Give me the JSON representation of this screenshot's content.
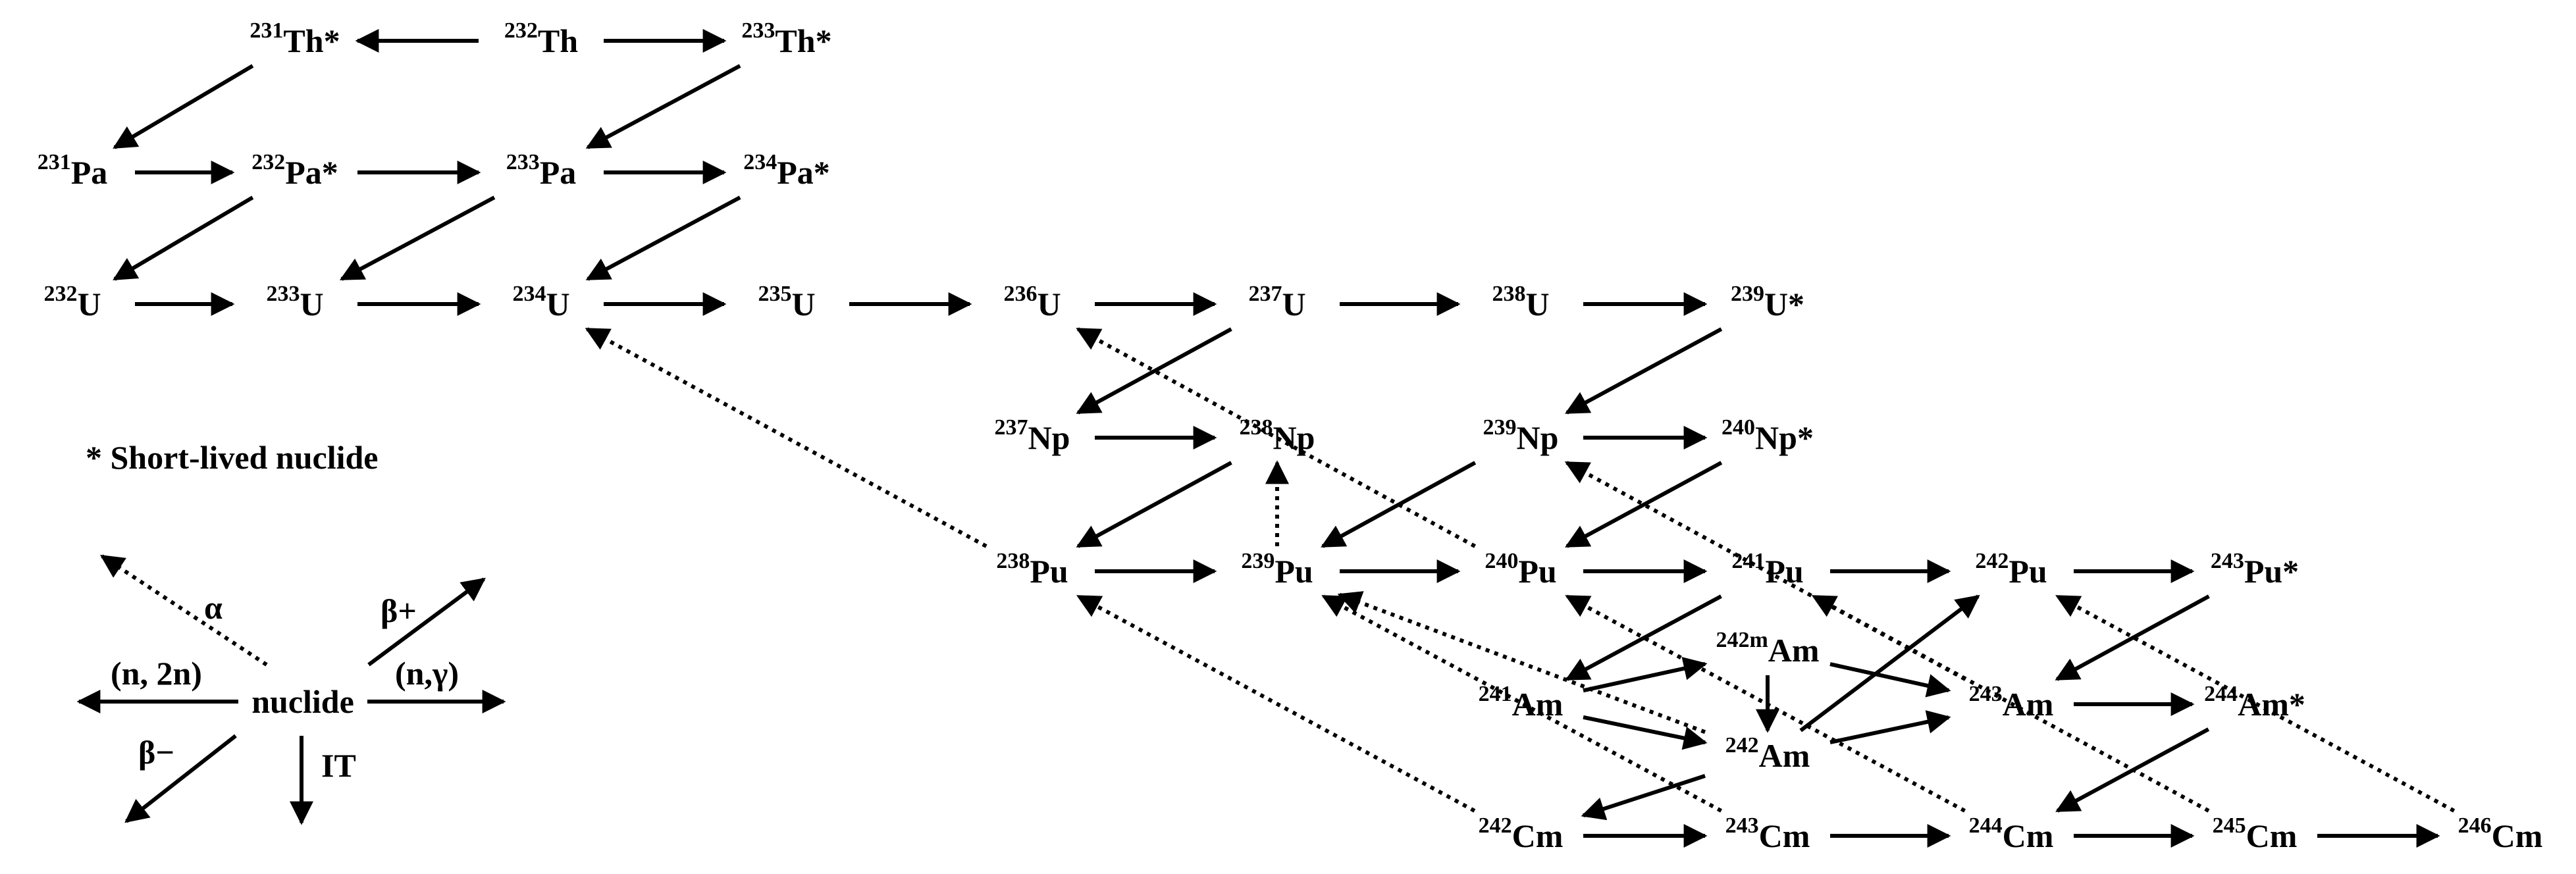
{
  "colors": {
    "ink": "#000000",
    "background": "#ffffff"
  },
  "note": "* Short-lived nuclide",
  "nuclides": [
    {
      "id": "th231",
      "mass": "231",
      "symbol": "Th*"
    },
    {
      "id": "th232",
      "mass": "232",
      "symbol": "Th"
    },
    {
      "id": "th233",
      "mass": "233",
      "symbol": "Th*"
    },
    {
      "id": "pa231",
      "mass": "231",
      "symbol": "Pa"
    },
    {
      "id": "pa232",
      "mass": "232",
      "symbol": "Pa*"
    },
    {
      "id": "pa233",
      "mass": "233",
      "symbol": "Pa"
    },
    {
      "id": "pa234",
      "mass": "234",
      "symbol": "Pa*"
    },
    {
      "id": "u232",
      "mass": "232",
      "symbol": "U"
    },
    {
      "id": "u233",
      "mass": "233",
      "symbol": "U"
    },
    {
      "id": "u234",
      "mass": "234",
      "symbol": "U"
    },
    {
      "id": "u235",
      "mass": "235",
      "symbol": "U"
    },
    {
      "id": "u236",
      "mass": "236",
      "symbol": "U"
    },
    {
      "id": "u237",
      "mass": "237",
      "symbol": "U"
    },
    {
      "id": "u238",
      "mass": "238",
      "symbol": "U"
    },
    {
      "id": "u239",
      "mass": "239",
      "symbol": "U*"
    },
    {
      "id": "np237",
      "mass": "237",
      "symbol": "Np"
    },
    {
      "id": "np238",
      "mass": "238",
      "symbol": "Np"
    },
    {
      "id": "np239",
      "mass": "239",
      "symbol": "Np"
    },
    {
      "id": "np240",
      "mass": "240",
      "symbol": "Np*"
    },
    {
      "id": "pu238",
      "mass": "238",
      "symbol": "Pu"
    },
    {
      "id": "pu239",
      "mass": "239",
      "symbol": "Pu"
    },
    {
      "id": "pu240",
      "mass": "240",
      "symbol": "Pu"
    },
    {
      "id": "pu241",
      "mass": "241",
      "symbol": "Pu"
    },
    {
      "id": "pu242",
      "mass": "242",
      "symbol": "Pu"
    },
    {
      "id": "pu243",
      "mass": "243",
      "symbol": "Pu*"
    },
    {
      "id": "am241",
      "mass": "241",
      "symbol": "Am"
    },
    {
      "id": "am242m",
      "mass": "242m",
      "symbol": "Am"
    },
    {
      "id": "am242",
      "mass": "242",
      "symbol": "Am"
    },
    {
      "id": "am243",
      "mass": "243",
      "symbol": "Am"
    },
    {
      "id": "am244",
      "mass": "244",
      "symbol": "Am*"
    },
    {
      "id": "cm242",
      "mass": "242",
      "symbol": "Cm"
    },
    {
      "id": "cm243",
      "mass": "243",
      "symbol": "Cm"
    },
    {
      "id": "cm244",
      "mass": "244",
      "symbol": "Cm"
    },
    {
      "id": "cm245",
      "mass": "245",
      "symbol": "Cm"
    },
    {
      "id": "cm246",
      "mass": "246",
      "symbol": "Cm"
    }
  ],
  "transitions": [
    {
      "from": "th232",
      "to": "th231",
      "kind": "solid"
    },
    {
      "from": "th232",
      "to": "th233",
      "kind": "solid"
    },
    {
      "from": "th231",
      "to": "pa231",
      "kind": "solid"
    },
    {
      "from": "th233",
      "to": "pa233",
      "kind": "solid"
    },
    {
      "from": "pa231",
      "to": "pa232",
      "kind": "solid"
    },
    {
      "from": "pa232",
      "to": "pa233",
      "kind": "solid"
    },
    {
      "from": "pa233",
      "to": "pa234",
      "kind": "solid"
    },
    {
      "from": "pa232",
      "to": "u232",
      "kind": "solid"
    },
    {
      "from": "pa233",
      "to": "u233",
      "kind": "solid"
    },
    {
      "from": "pa234",
      "to": "u234",
      "kind": "solid"
    },
    {
      "from": "u232",
      "to": "u233",
      "kind": "solid"
    },
    {
      "from": "u233",
      "to": "u234",
      "kind": "solid"
    },
    {
      "from": "u234",
      "to": "u235",
      "kind": "solid"
    },
    {
      "from": "u235",
      "to": "u236",
      "kind": "solid"
    },
    {
      "from": "u236",
      "to": "u237",
      "kind": "solid"
    },
    {
      "from": "u237",
      "to": "u238",
      "kind": "solid"
    },
    {
      "from": "u238",
      "to": "u239",
      "kind": "solid"
    },
    {
      "from": "u237",
      "to": "np237",
      "kind": "solid"
    },
    {
      "from": "u239",
      "to": "np239",
      "kind": "solid"
    },
    {
      "from": "np237",
      "to": "np238",
      "kind": "solid"
    },
    {
      "from": "np239",
      "to": "np240",
      "kind": "solid"
    },
    {
      "from": "np238",
      "to": "pu238",
      "kind": "solid"
    },
    {
      "from": "np239",
      "to": "pu239",
      "kind": "solid"
    },
    {
      "from": "np240",
      "to": "pu240",
      "kind": "solid"
    },
    {
      "from": "pu238",
      "to": "pu239",
      "kind": "solid"
    },
    {
      "from": "pu239",
      "to": "pu240",
      "kind": "solid"
    },
    {
      "from": "pu240",
      "to": "pu241",
      "kind": "solid"
    },
    {
      "from": "pu241",
      "to": "pu242",
      "kind": "solid"
    },
    {
      "from": "pu242",
      "to": "pu243",
      "kind": "solid"
    },
    {
      "from": "pu241",
      "to": "am241",
      "kind": "solid"
    },
    {
      "from": "pu243",
      "to": "am243",
      "kind": "solid"
    },
    {
      "from": "am241",
      "to": "am242m",
      "kind": "solid"
    },
    {
      "from": "am241",
      "to": "am242",
      "kind": "solid"
    },
    {
      "from": "am242m",
      "to": "am242",
      "kind": "solid"
    },
    {
      "from": "am242m",
      "to": "am243",
      "kind": "solid"
    },
    {
      "from": "am242",
      "to": "am243",
      "kind": "solid"
    },
    {
      "from": "am242",
      "to": "pu242",
      "kind": "solid"
    },
    {
      "from": "am242",
      "to": "cm242",
      "kind": "solid"
    },
    {
      "from": "am243",
      "to": "am244",
      "kind": "solid"
    },
    {
      "from": "am244",
      "to": "cm244",
      "kind": "solid"
    },
    {
      "from": "cm242",
      "to": "cm243",
      "kind": "solid"
    },
    {
      "from": "cm243",
      "to": "cm244",
      "kind": "solid"
    },
    {
      "from": "cm244",
      "to": "cm245",
      "kind": "solid"
    },
    {
      "from": "cm245",
      "to": "cm246",
      "kind": "solid"
    },
    {
      "from": "pu238",
      "to": "u234",
      "kind": "alpha"
    },
    {
      "from": "pu240",
      "to": "u236",
      "kind": "alpha"
    },
    {
      "from": "pu239",
      "to": "np238",
      "kind": "alpha"
    },
    {
      "from": "cm242",
      "to": "pu238",
      "kind": "alpha"
    },
    {
      "from": "am242",
      "to": "pu239",
      "kind": "alpha"
    },
    {
      "from": "cm243",
      "to": "pu239",
      "kind": "alpha"
    },
    {
      "from": "am243",
      "to": "np239",
      "kind": "alpha"
    },
    {
      "from": "cm244",
      "to": "pu240",
      "kind": "alpha"
    },
    {
      "from": "cm245",
      "to": "pu241",
      "kind": "alpha"
    },
    {
      "from": "cm246",
      "to": "pu242",
      "kind": "alpha"
    }
  ],
  "legend": {
    "center": "nuclide",
    "arrows": [
      {
        "id": "alpha",
        "label": "α",
        "kind": "alpha"
      },
      {
        "id": "beta_plus",
        "label": "β+",
        "kind": "solid"
      },
      {
        "id": "n2n",
        "label": "(n, 2n)",
        "kind": "solid"
      },
      {
        "id": "ngamma",
        "label": "(n,γ)",
        "kind": "solid"
      },
      {
        "id": "beta_minus",
        "label": "β−",
        "kind": "solid"
      },
      {
        "id": "it",
        "label": "IT",
        "kind": "solid"
      }
    ]
  }
}
